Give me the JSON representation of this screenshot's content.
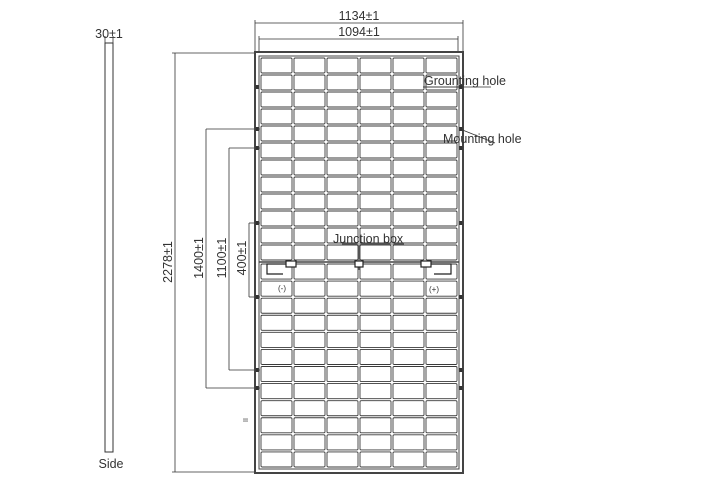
{
  "side_view": {
    "thickness_dim": "30±1",
    "label": "Side"
  },
  "front_view": {
    "dims": {
      "overall_width": "1134±1",
      "inner_width": "1094±1",
      "overall_length": "2278±1",
      "mount_span_outer": "1400±1",
      "mount_span_middle": "1100±1",
      "mount_span_inner": "400±1"
    },
    "callouts": {
      "grounding_hole": "Grounting hole",
      "mounting_hole": "Mounting hole",
      "junction_box": "Junction box"
    },
    "polarity": {
      "negative": "(-)",
      "positive": "(+)"
    },
    "drain_mark": "II",
    "grid": {
      "columns": 6,
      "rows_top_half": 12,
      "rows_bottom_half": 12
    }
  },
  "colors": {
    "line": "#333333",
    "frame": "#444444",
    "background": "#ffffff"
  }
}
